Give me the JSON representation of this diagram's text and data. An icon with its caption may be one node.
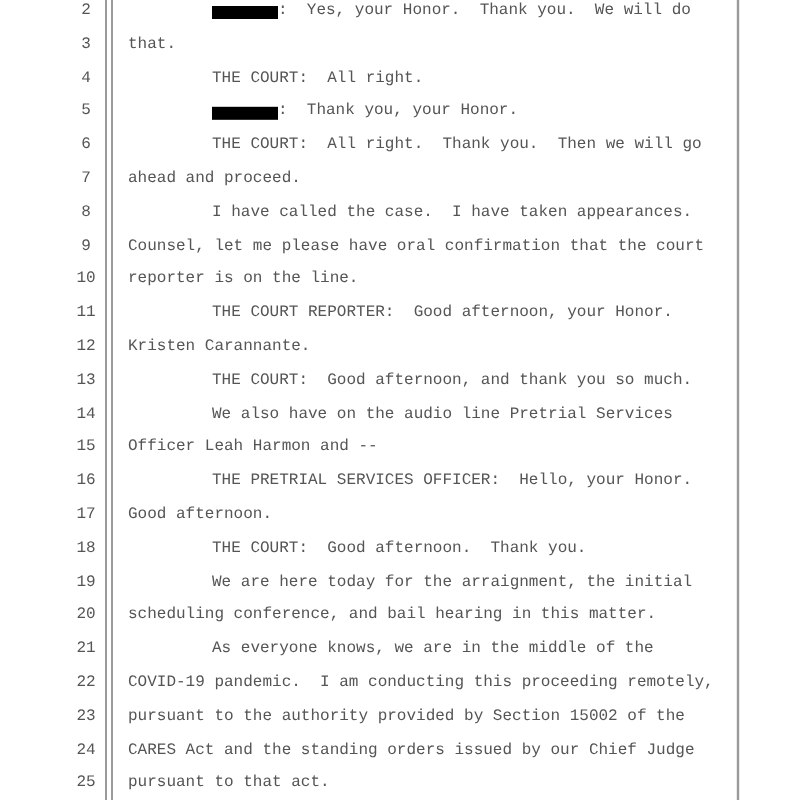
{
  "diagram": {
    "labels": [
      "2",
      ":  Yes, your Honor.  Thank you.  We will do",
      "3",
      "that.",
      "4",
      "THE COURT:  All right.",
      "5",
      ":  Thank you, your Honor.",
      "6",
      "THE COURT:  All right.  Thank you.  Then we will go",
      "7",
      "ahead and proceed.",
      "8",
      "I have called the case.  I have taken appearances.",
      "9",
      "Counsel, let me please have oral confirmation that the court",
      "10",
      "reporter is on the line.",
      "11",
      "THE COURT REPORTER:  Good afternoon, your Honor.",
      "12",
      "Kristen Carannante.",
      "13",
      "THE COURT:  Good afternoon, and thank you so much.",
      "14",
      "We also have on the audio line Pretrial Services",
      "15",
      "Officer Leah Harmon and --",
      "16",
      "THE PRETRIAL SERVICES OFFICER:  Hello, your Honor.",
      "17",
      "Good afternoon.",
      "18",
      "THE COURT:  Good afternoon.  Thank you.",
      "19",
      "We are here today for the arraignment, the initial",
      "20",
      "scheduling conference, and bail hearing in this matter.",
      "21",
      "As everyone knows, we are in the middle of the",
      "22",
      "COVID-19 pandemic.  I am conducting this proceeding remotely,",
      "23",
      "pursuant to the authority provided by Section 15002 of the",
      "24",
      "CARES Act and the standing orders issued by our Chief Judge",
      "25",
      "pursuant to that act."
    ]
  }
}
